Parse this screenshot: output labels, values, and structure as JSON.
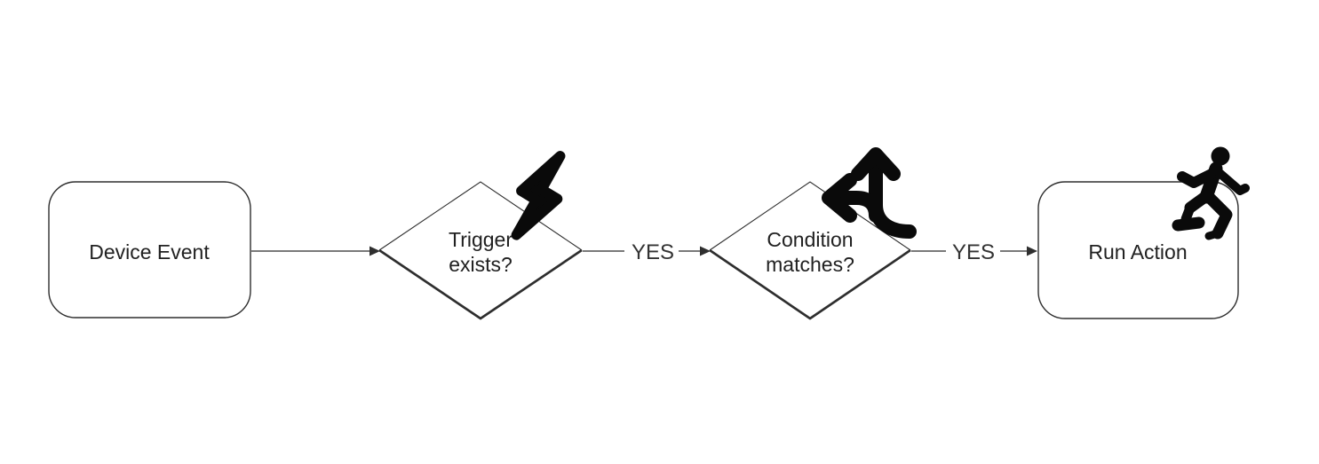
{
  "diagram": {
    "type": "flowchart",
    "direction": "left-to-right",
    "nodes": [
      {
        "id": "device-event",
        "shape": "rounded-rectangle",
        "label": "Device Event"
      },
      {
        "id": "trigger-exists",
        "shape": "diamond-decision",
        "line1": "Trigger",
        "line2": "exists?",
        "icon": "lightning-icon"
      },
      {
        "id": "condition-matches",
        "shape": "diamond-decision",
        "line1": "Condition",
        "line2": "matches?",
        "icon": "directions-split-icon"
      },
      {
        "id": "run-action",
        "shape": "rounded-rectangle",
        "label": "Run Action",
        "icon": "running-person-icon"
      }
    ],
    "edges": [
      {
        "from": "device-event",
        "to": "trigger-exists"
      },
      {
        "from": "trigger-exists",
        "to": "condition-matches",
        "label": "YES"
      },
      {
        "from": "condition-matches",
        "to": "run-action",
        "label": "YES"
      }
    ],
    "colors": {
      "background": "#ffffff",
      "shape_stroke": "#2e2e2e",
      "connector": "#4f4f4f",
      "text": "#212121",
      "icon": "#0a0a0a"
    }
  }
}
